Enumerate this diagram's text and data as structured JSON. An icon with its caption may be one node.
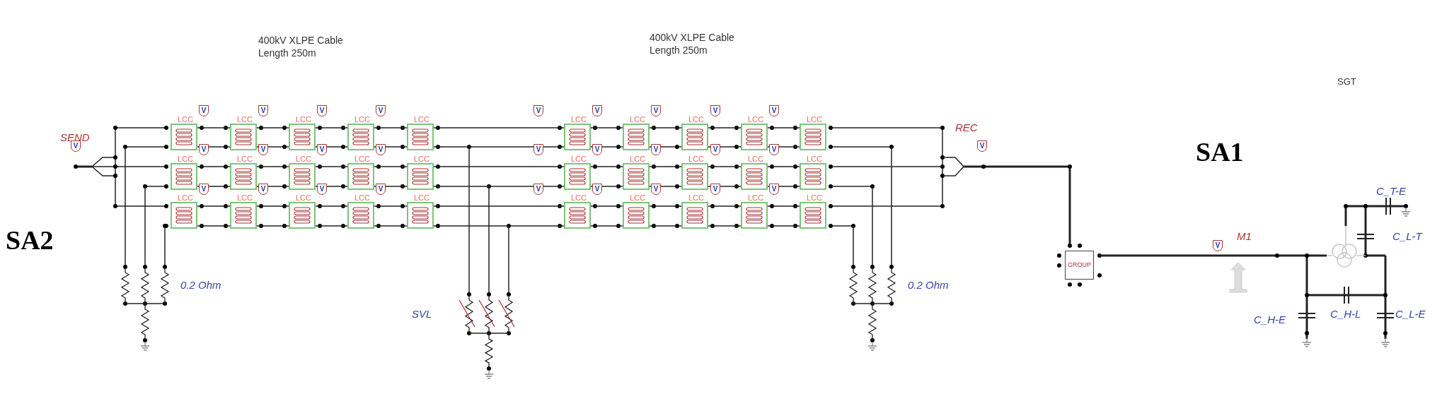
{
  "diagram": {
    "nodes": [
      {
        "text": [
          "LCC"
        ]
      },
      {
        "text": [
          "LCC"
        ]
      },
      {
        "text": [
          "LCC"
        ]
      },
      {
        "text": [
          "LCC"
        ]
      },
      {
        "text": [
          "LCC"
        ]
      },
      {
        "text": [
          "LCC"
        ]
      },
      {
        "text": [
          "LCC"
        ]
      },
      {
        "text": [
          "LCC"
        ]
      },
      {
        "text": [
          "LCC"
        ]
      },
      {
        "text": [
          "LCC"
        ]
      },
      {
        "text": [
          "LCC"
        ]
      },
      {
        "text": [
          "LCC"
        ]
      },
      {
        "text": [
          "LCC"
        ]
      },
      {
        "text": [
          "LCC"
        ]
      },
      {
        "text": [
          "LCC"
        ]
      },
      {
        "text": [
          "LCC"
        ]
      },
      {
        "text": [
          "LCC"
        ]
      },
      {
        "text": [
          "LCC"
        ]
      },
      {
        "text": [
          "LCC"
        ]
      },
      {
        "text": [
          "LCC"
        ]
      },
      {
        "text": [
          "LCC"
        ]
      },
      {
        "text": [
          "LCC"
        ]
      },
      {
        "text": [
          "LCC"
        ]
      },
      {
        "text": [
          "LCC"
        ]
      },
      {
        "text": [
          "LCC"
        ]
      },
      {
        "text": [
          "LCC"
        ]
      },
      {
        "text": [
          "LCC"
        ]
      },
      {
        "text": [
          "LCC"
        ]
      },
      {
        "text": [
          "LCC"
        ]
      },
      {
        "text": [
          "LCC"
        ]
      },
      {
        "text": [
          "GROUP"
        ]
      }
    ],
    "edges": [
      {
        "from": 0,
        "to": 1,
        "arrow": "none"
      },
      {
        "from": 0,
        "to": 1,
        "arrow": "none"
      },
      {
        "from": 1,
        "to": 2,
        "arrow": "none"
      },
      {
        "from": 1,
        "to": 2,
        "arrow": "none"
      },
      {
        "from": 2,
        "to": 3,
        "arrow": "none"
      },
      {
        "from": 2,
        "to": 3,
        "arrow": "none"
      },
      {
        "from": 3,
        "to": 4,
        "arrow": "none"
      },
      {
        "from": 3,
        "to": 4,
        "arrow": "none"
      },
      {
        "from": 4,
        "to": 5,
        "arrow": "none"
      },
      {
        "from": 4,
        "to": 5,
        "arrow": "none"
      },
      {
        "from": 5,
        "to": 6,
        "arrow": "none"
      },
      {
        "from": 5,
        "to": 6,
        "arrow": "none"
      },
      {
        "from": 6,
        "to": 7,
        "arrow": "none"
      },
      {
        "from": 6,
        "to": 7,
        "arrow": "none"
      },
      {
        "from": 7,
        "to": 8,
        "arrow": "none"
      },
      {
        "from": 7,
        "to": 8,
        "arrow": "none"
      },
      {
        "from": 8,
        "to": 9,
        "arrow": "none"
      },
      {
        "from": 8,
        "to": 9,
        "arrow": "none"
      },
      {
        "from": 10,
        "to": 11,
        "arrow": "none"
      },
      {
        "from": 10,
        "to": 11,
        "arrow": "none"
      },
      {
        "from": 11,
        "to": 12,
        "arrow": "none"
      },
      {
        "from": 11,
        "to": 12,
        "arrow": "none"
      },
      {
        "from": 12,
        "to": 13,
        "arrow": "none"
      },
      {
        "from": 12,
        "to": 13,
        "arrow": "none"
      },
      {
        "from": 13,
        "to": 14,
        "arrow": "none"
      },
      {
        "from": 13,
        "to": 14,
        "arrow": "none"
      },
      {
        "from": 14,
        "to": 15,
        "arrow": "none"
      },
      {
        "from": 14,
        "to": 15,
        "arrow": "none"
      },
      {
        "from": 15,
        "to": 16,
        "arrow": "none"
      },
      {
        "from": 15,
        "to": 16,
        "arrow": "none"
      },
      {
        "from": 16,
        "to": 17,
        "arrow": "none"
      },
      {
        "from": 16,
        "to": 17,
        "arrow": "none"
      },
      {
        "from": 17,
        "to": 18,
        "arrow": "none"
      },
      {
        "from": 17,
        "to": 18,
        "arrow": "none"
      },
      {
        "from": 18,
        "to": 19,
        "arrow": "none"
      },
      {
        "from": 18,
        "to": 19,
        "arrow": "none"
      },
      {
        "from": 20,
        "to": 21,
        "arrow": "none"
      },
      {
        "from": 20,
        "to": 21,
        "arrow": "none"
      },
      {
        "from": 21,
        "to": 22,
        "arrow": "none"
      },
      {
        "from": 21,
        "to": 22,
        "arrow": "none"
      },
      {
        "from": 22,
        "to": 23,
        "arrow": "none"
      },
      {
        "from": 22,
        "to": 23,
        "arrow": "none"
      },
      {
        "from": 23,
        "to": 24,
        "arrow": "none"
      },
      {
        "from": 23,
        "to": 24,
        "arrow": "none"
      },
      {
        "from": 24,
        "to": 25,
        "arrow": "none"
      },
      {
        "from": 24,
        "to": 25,
        "arrow": "none"
      },
      {
        "from": 25,
        "to": 26,
        "arrow": "none"
      },
      {
        "from": 25,
        "to": 26,
        "arrow": "none"
      },
      {
        "from": 26,
        "to": 27,
        "arrow": "none"
      },
      {
        "from": 26,
        "to": 27,
        "arrow": "none"
      },
      {
        "from": 27,
        "to": 28,
        "arrow": "none"
      },
      {
        "from": 27,
        "to": 28,
        "arrow": "none"
      },
      {
        "from": 28,
        "to": 29,
        "arrow": "none"
      },
      {
        "from": 28,
        "to": 29,
        "arrow": "none"
      }
    ],
    "labels": [
      "400kV XLPE Cable Length 250m",
      "400kV XLPE Cable Length 250m",
      "SGT",
      "SEND",
      "REC",
      "SA1",
      "SA2",
      "M1",
      "C_T-E",
      "C_L-T",
      "C_H-E",
      "C_H-L",
      "C_L-E",
      "0.2 Ohm",
      "SVL",
      "0.2 Ohm",
      "V",
      "V",
      "V",
      "V",
      "V",
      "V",
      "V",
      "V",
      "V",
      "V",
      "V",
      "V",
      "V",
      "V",
      "V",
      "V",
      "V",
      "V",
      "V",
      "V",
      "V",
      "V",
      "V",
      "V",
      "V",
      "V",
      "V",
      "V",
      "V",
      "V"
    ]
  }
}
